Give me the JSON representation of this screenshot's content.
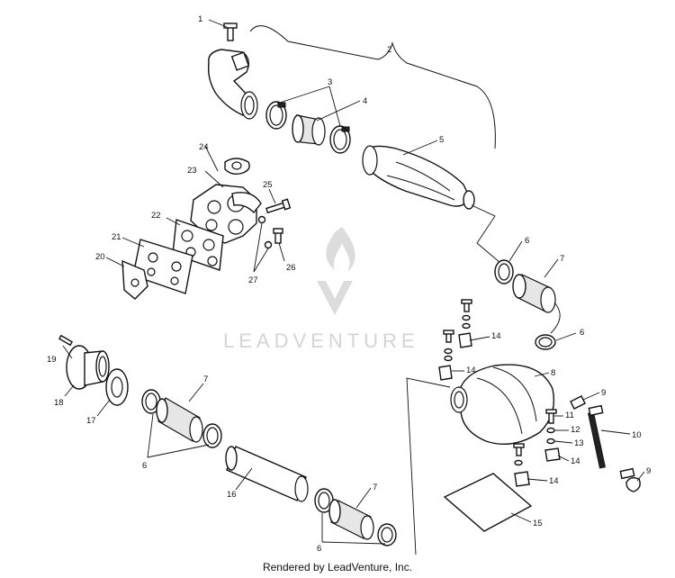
{
  "diagram": {
    "callouts": {
      "c1": "1",
      "c2": "2",
      "c3": "3",
      "c4": "4",
      "c5": "5",
      "c6a": "6",
      "c6b": "6",
      "c6c": "6",
      "c6d": "6",
      "c7a": "7",
      "c7b": "7",
      "c7c": "7",
      "c8": "8",
      "c9a": "9",
      "c9b": "9",
      "c10": "10",
      "c11": "11",
      "c12": "12",
      "c13": "13",
      "c14a": "14",
      "c14b": "14",
      "c14c": "14",
      "c14d": "14",
      "c15": "15",
      "c16": "16",
      "c17": "17",
      "c18": "18",
      "c19": "19",
      "c20": "20",
      "c21": "21",
      "c22": "22",
      "c23": "23",
      "c24": "24",
      "c25": "25",
      "c26": "26",
      "c27": "27"
    },
    "watermark": "LEADVENTURE"
  },
  "footer": {
    "text": "Rendered by LeadVenture, Inc."
  }
}
